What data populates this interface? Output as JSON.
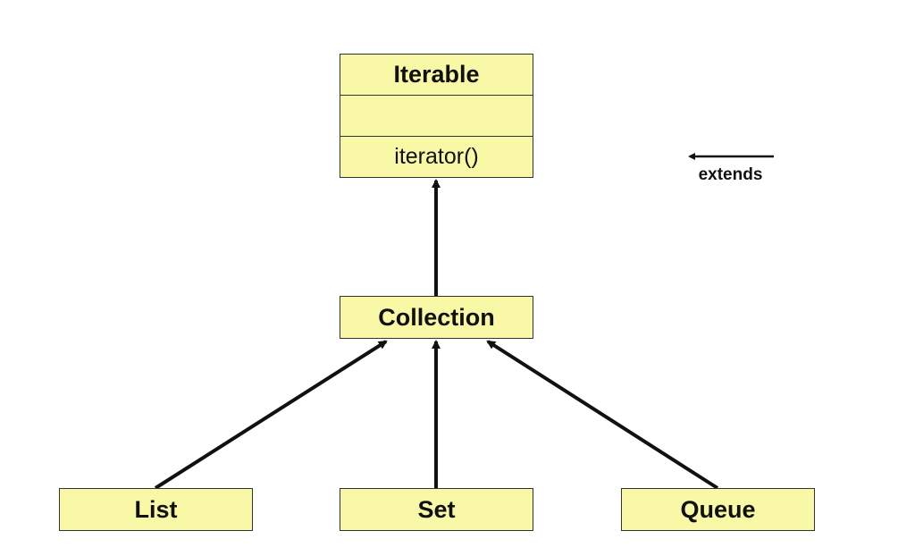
{
  "diagram": {
    "nodes": {
      "iterable": {
        "name": "Iterable",
        "attributes": "",
        "method": "iterator()"
      },
      "collection": {
        "name": "Collection"
      },
      "list": {
        "name": "List"
      },
      "set": {
        "name": "Set"
      },
      "queue": {
        "name": "Queue"
      }
    },
    "edges": [
      {
        "from": "collection",
        "to": "iterable",
        "relation": "extends"
      },
      {
        "from": "list",
        "to": "collection",
        "relation": "extends"
      },
      {
        "from": "set",
        "to": "collection",
        "relation": "extends"
      },
      {
        "from": "queue",
        "to": "collection",
        "relation": "extends"
      }
    ],
    "legend": {
      "label": "extends"
    },
    "colors": {
      "box_fill": "#f9f8a6",
      "border": "#333333",
      "arrow": "#111111"
    }
  }
}
